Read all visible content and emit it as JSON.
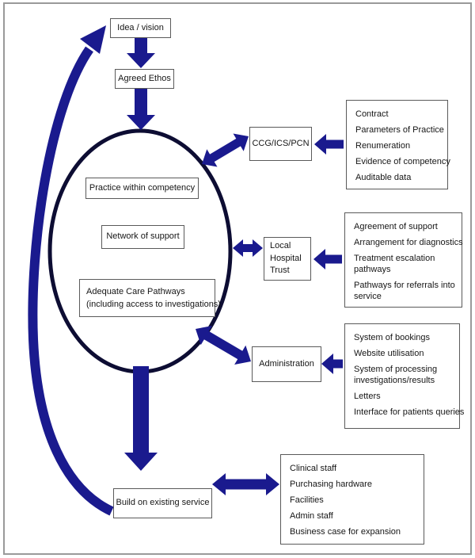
{
  "diagram": {
    "title_hint": "Service development cycle diagram",
    "colors": {
      "arrow": "#1a1a8e",
      "ellipse_stroke": "#0d0d33",
      "box_border": "#5a5a5a",
      "frame_border": "#9a9a9a",
      "text": "#161616"
    },
    "nodes": {
      "idea": "Idea / vision",
      "agreed_ethos": "Agreed Ethos",
      "practice": "Practice within competency",
      "network": "Network of support",
      "pathways_line1": "Adequate Care Pathways",
      "pathways_line2": "(including access to investigations)",
      "ccg": "CCG/ICS/PCN",
      "local_hospital_trust": "Local Hospital Trust",
      "administration": "Administration",
      "build": "Build on existing service"
    },
    "lists": {
      "ccg_items": [
        "Contract",
        "Parameters of Practice",
        "Renumeration",
        "Evidence of competency",
        "Auditable data"
      ],
      "lht_items": [
        "Agreement of support",
        "Arrangement for diagnostics",
        "Treatment escalation\npathways",
        "Pathways for referrals into\nservice"
      ],
      "admin_items": [
        "System of bookings",
        "Website utilisation",
        "System of processing\ninvestigations/results",
        "Letters",
        "Interface for patients queries"
      ],
      "build_items": [
        "Clinical staff",
        "Purchasing hardware",
        "Facilities",
        "Admin staff",
        "Business case for expansion"
      ]
    }
  }
}
